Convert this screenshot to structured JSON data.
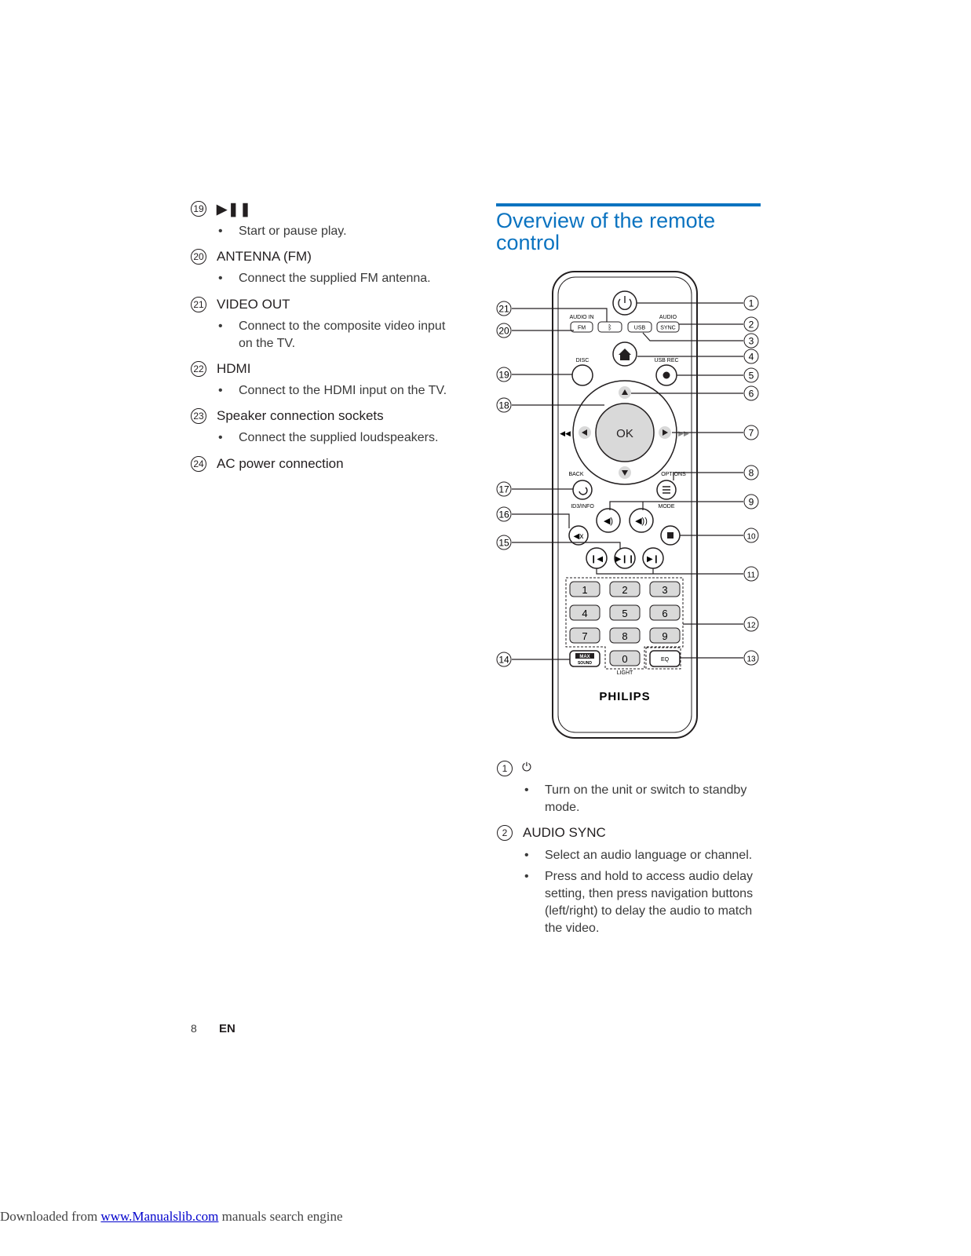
{
  "left_column": [
    {
      "num": "19",
      "heading": "▶❚❚",
      "bullets": [
        "Start or pause play."
      ]
    },
    {
      "num": "20",
      "heading": "ANTENNA (FM)",
      "bullets": [
        "Connect the supplied FM antenna."
      ]
    },
    {
      "num": "21",
      "heading": "VIDEO OUT",
      "bullets": [
        "Connect to the composite video input",
        "on the TV."
      ]
    },
    {
      "num": "22",
      "heading": "HDMI",
      "bullets": [
        "Connect to the HDMI input on the TV."
      ]
    },
    {
      "num": "23",
      "heading": "Speaker connection sockets",
      "bullets": [
        "Connect the supplied loudspeakers."
      ]
    },
    {
      "num": "24",
      "heading": "AC power connection",
      "bullets": []
    }
  ],
  "section": {
    "title_line1": "Overview of the remote",
    "title_line2": "control"
  },
  "remote": {
    "labels": {
      "audio_in": "AUDIO IN",
      "fm": "FM",
      "usb": "USB",
      "audio": "AUDIO",
      "sync": "SYNC",
      "disc": "DISC",
      "usb_rec": "USB REC",
      "ok": "OK",
      "back": "BACK",
      "options": "OPTIONS",
      "id3_info": "ID3/INFO",
      "mode": "MODE",
      "light": "LIGHT",
      "eq": "EQ",
      "max": "MAX",
      "sound": "SOUND",
      "brand": "PHILIPS"
    },
    "keypad": [
      "1",
      "2",
      "3",
      "4",
      "5",
      "6",
      "7",
      "8",
      "9",
      "0"
    ],
    "callouts_left": [
      "21",
      "20",
      "19",
      "18",
      "17",
      "16",
      "15",
      "14"
    ],
    "callouts_right": [
      "1",
      "2",
      "3",
      "4",
      "5",
      "6",
      "7",
      "8",
      "9",
      "10",
      "11",
      "12",
      "13"
    ]
  },
  "right_items": [
    {
      "num": "1",
      "heading": "⏻",
      "bullets": [
        "Turn on the unit or switch to standby",
        "mode."
      ]
    },
    {
      "num": "2",
      "heading": "AUDIO SYNC",
      "bullets": [
        "Select an audio language or channel.",
        "Press and hold to access audio delay",
        "setting, then press navigation buttons",
        "(left/right) to delay the audio to match",
        "the video."
      ]
    }
  ],
  "footer": {
    "page": "8",
    "lang": "EN"
  },
  "download": {
    "prefix": "Downloaded from ",
    "link": "www.Manualslib.com",
    "suffix": " manuals search engine"
  }
}
